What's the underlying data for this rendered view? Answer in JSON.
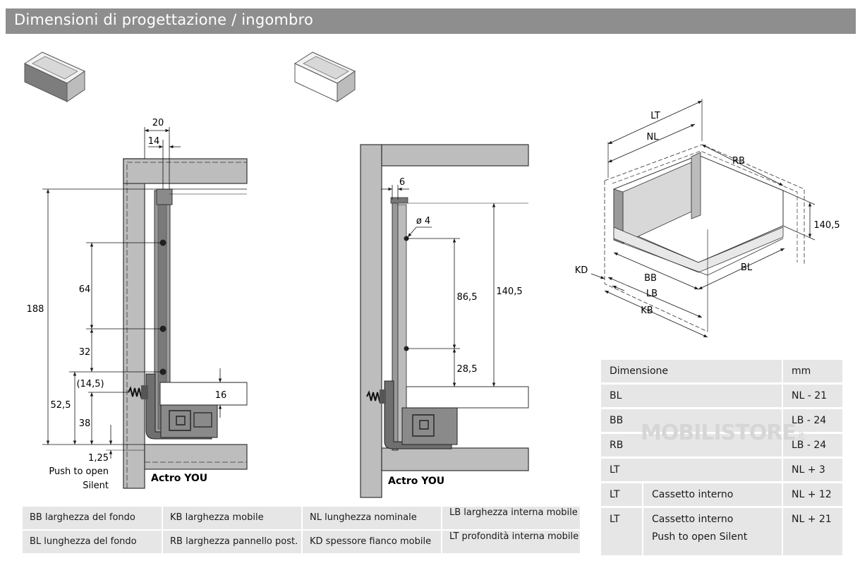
{
  "header": {
    "title": "Dimensioni di progettazione / ingombro"
  },
  "left_drawing": {
    "dims": {
      "top_outer": "20",
      "top_inner": "14",
      "total_height": "188",
      "gap_holes": "64",
      "gap_lower": "32",
      "hole_offset": "(14,5)",
      "height_52": "52,5",
      "height_38": "38",
      "offset_125": "1,25",
      "side_16": "16"
    },
    "note_line1": "Push to open",
    "note_line2": "Silent",
    "caption": "Actro YOU"
  },
  "middle_drawing": {
    "dims": {
      "gap_6": "6",
      "hole_dia": "ø 4",
      "height_865": "86,5",
      "height_1405": "140,5",
      "height_285": "28,5"
    },
    "caption": "Actro YOU"
  },
  "iso_drawing": {
    "labels": {
      "lt": "LT",
      "nl": "NL",
      "rb": "RB",
      "height": "140,5",
      "kd": "KD",
      "bb": "BB",
      "lb": "LB",
      "kb": "KB",
      "bl": "BL"
    }
  },
  "legend": {
    "row1": [
      "BB larghezza del fondo",
      "KB larghezza mobile",
      "NL lunghezza nominale",
      "LB larghezza interna mobile"
    ],
    "row2": [
      "BL lunghezza del fondo",
      "RB larghezza pannello post.",
      "KD spessore fianco mobile",
      "LT profondità interna mobile"
    ]
  },
  "dim_table": {
    "headers": [
      "Dimensione",
      "mm"
    ],
    "rows": [
      {
        "dim": "BL",
        "note": "",
        "note2": "",
        "value": "NL - 21"
      },
      {
        "dim": "BB",
        "note": "",
        "note2": "",
        "value": "LB - 24"
      },
      {
        "dim": "RB",
        "note": "",
        "note2": "",
        "value": "LB - 24"
      },
      {
        "dim": "LT",
        "note": "",
        "note2": "",
        "value": "NL + 3"
      },
      {
        "dim": "LT",
        "note": "Cassetto interno",
        "note2": "",
        "value": "NL + 12"
      },
      {
        "dim": "LT",
        "note": "Cassetto interno",
        "note2": "Push to open Silent",
        "value": "NL + 21"
      }
    ]
  },
  "watermark": {
    "main": "MOBILISTORE",
    "suffix": ".it"
  }
}
